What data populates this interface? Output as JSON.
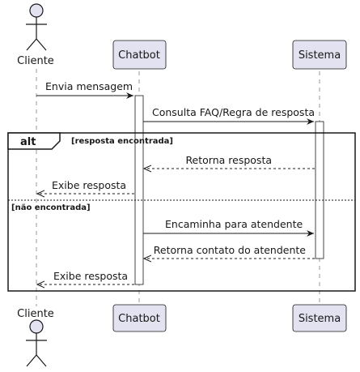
{
  "participants": {
    "cliente": "Cliente",
    "chatbot": "Chatbot",
    "sistema": "Sistema"
  },
  "messages": [
    {
      "label": "Envia mensagem",
      "style": "solid"
    },
    {
      "label": "Consulta FAQ/Regra de resposta",
      "style": "solid"
    },
    {
      "label": "Retorna resposta",
      "style": "dashed"
    },
    {
      "label": "Exibe resposta",
      "style": "dashed"
    },
    {
      "label": "Encaminha para atendente",
      "style": "solid"
    },
    {
      "label": "Retorna contato do atendente",
      "style": "dashed"
    },
    {
      "label": "Exibe resposta",
      "style": "dashed"
    }
  ],
  "fragment": {
    "keyword": "alt",
    "guard_1": "[resposta encontrada]",
    "guard_2": "[não encontrada]"
  },
  "colors": {
    "participant_fill": "#E2E2F0",
    "line": "#181818",
    "lifeline": "#999999"
  }
}
